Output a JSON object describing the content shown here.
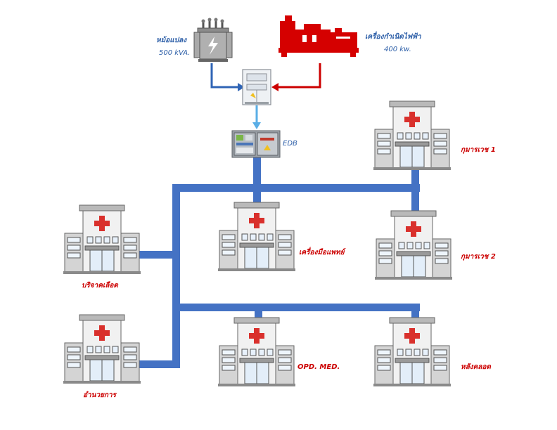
{
  "transformer": {
    "name": "หม้อแปลง",
    "rating": "500 kVA."
  },
  "generator": {
    "name": "เครื่องกำเนิดไฟฟ้า",
    "rating": "400 kw."
  },
  "edb": {
    "label": "EDB"
  },
  "buildings": {
    "pediatrics1": "กุมารเวช 1",
    "pediatrics2": "กุมารเวช 2",
    "medical_equipment": "เครื่องมือแพทย์",
    "blood_donation": "บริจาคเลือด",
    "administration": "อำนวยการ",
    "opd_med": "OPD. MED.",
    "postpartum": "หลังคลอด"
  },
  "colors": {
    "bus": "#4472c4",
    "transformer_feed": "#2f64b5",
    "generator_feed": "#cc0000",
    "edb_feed": "#5aaee6",
    "label_red": "#cc0000",
    "label_blue": "#2d5fa8"
  }
}
